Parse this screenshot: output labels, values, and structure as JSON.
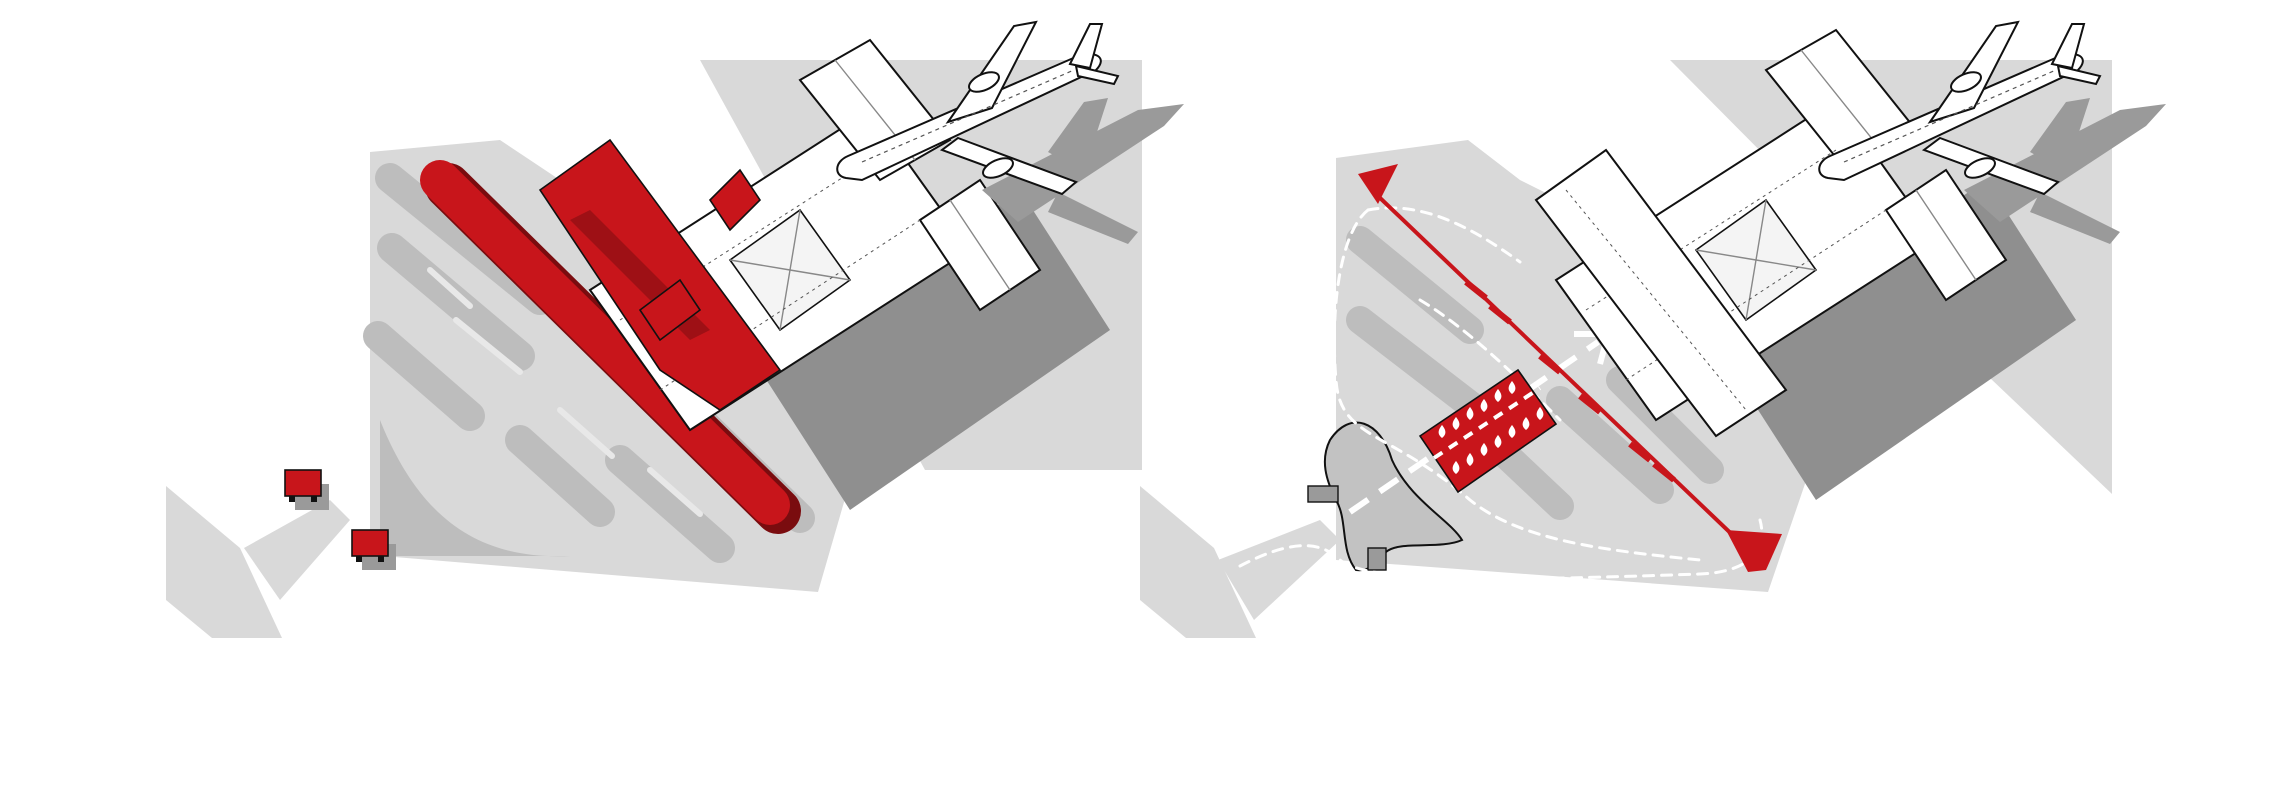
{
  "figure": {
    "panels": [
      {
        "id": "existing",
        "highlight": "covered-walkway-and-terminal-frontage",
        "elements": [
          "airside-apron",
          "aircraft",
          "terminal-building",
          "parking-lot",
          "landside-road",
          "guard-booths"
        ]
      },
      {
        "id": "proposed",
        "highlight": "pedestrian-axis-and-plaza",
        "elements": [
          "airside-apron",
          "aircraft",
          "terminal-building",
          "parking-lot",
          "landside-road",
          "pond",
          "circulation-loop",
          "entry-arrow"
        ]
      }
    ],
    "colors": {
      "highlight": "#c8151b",
      "ground": "#d9d9d9",
      "ground_dark": "#bdbdbd",
      "shadow": "#8f8f8f",
      "building": "#ffffff",
      "outline": "#111111",
      "dashed_path": "#ffffff"
    },
    "icons": [
      "airplane-icon",
      "terminal-building-icon",
      "guard-booth-icon",
      "tree-icon",
      "arrow-icon"
    ]
  }
}
